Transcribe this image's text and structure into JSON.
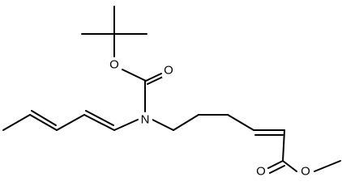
{
  "molecule": {
    "atom_labels": {
      "ester_o_top_boc": "O",
      "carbonyl_o_boc": "O",
      "nitrogen": "N",
      "carbonyl_o_ester": "O",
      "ester_o_methyl": "O"
    },
    "colors": {
      "bond": "#000000",
      "label": "#000000",
      "background": "#ffffff"
    }
  }
}
